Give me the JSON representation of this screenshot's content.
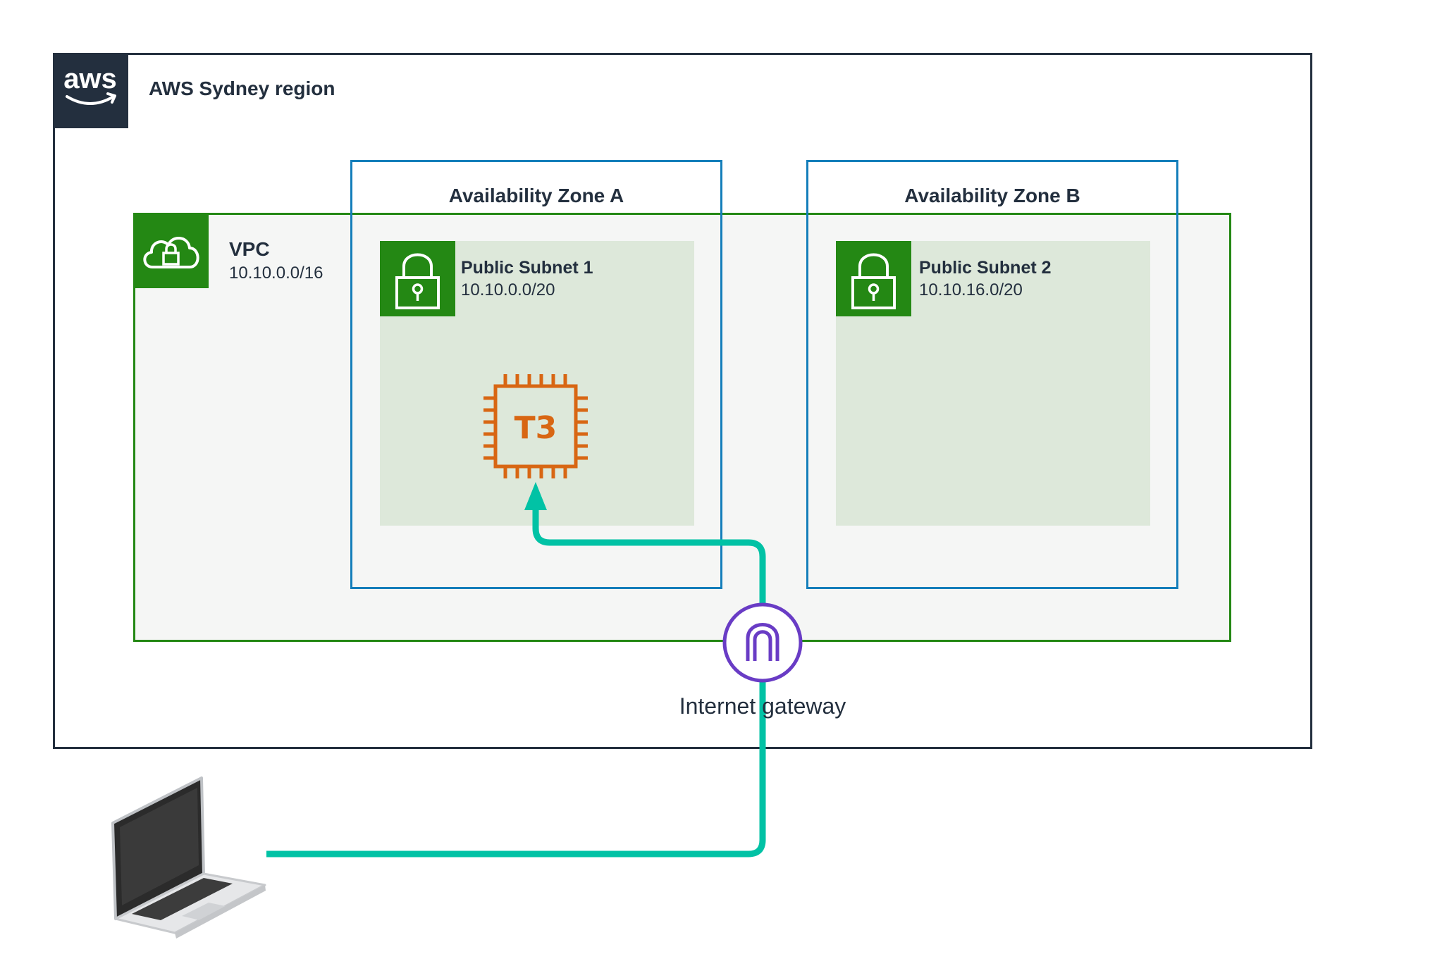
{
  "region": {
    "title": "AWS Sydney region",
    "logo_text": "aws",
    "logo_icon": "aws-smile-logo"
  },
  "vpc": {
    "title": "VPC",
    "cidr": "10.10.0.0/16",
    "icon": "cloud-lock-icon"
  },
  "availability_zones": [
    {
      "title": "Availability Zone A"
    },
    {
      "title": "Availability Zone B"
    }
  ],
  "subnets": [
    {
      "name": "Public Subnet 1",
      "cidr": "10.10.0.0/20",
      "icon": "padlock-icon"
    },
    {
      "name": "Public Subnet 2",
      "cidr": "10.10.16.0/20",
      "icon": "padlock-icon"
    }
  ],
  "instance": {
    "label": "T3",
    "icon": "ec2-chip-icon"
  },
  "internet_gateway": {
    "label": "Internet gateway",
    "icon": "internet-gateway-icon"
  },
  "client": {
    "icon": "laptop-icon"
  },
  "colors": {
    "region_border": "#232f3e",
    "vpc_green": "#248814",
    "az_blue": "#147eba",
    "subnet_fill": "#dde8da",
    "instance_orange": "#d86613",
    "gateway_purple": "#693cc5",
    "flow_teal": "#01c2a5"
  }
}
